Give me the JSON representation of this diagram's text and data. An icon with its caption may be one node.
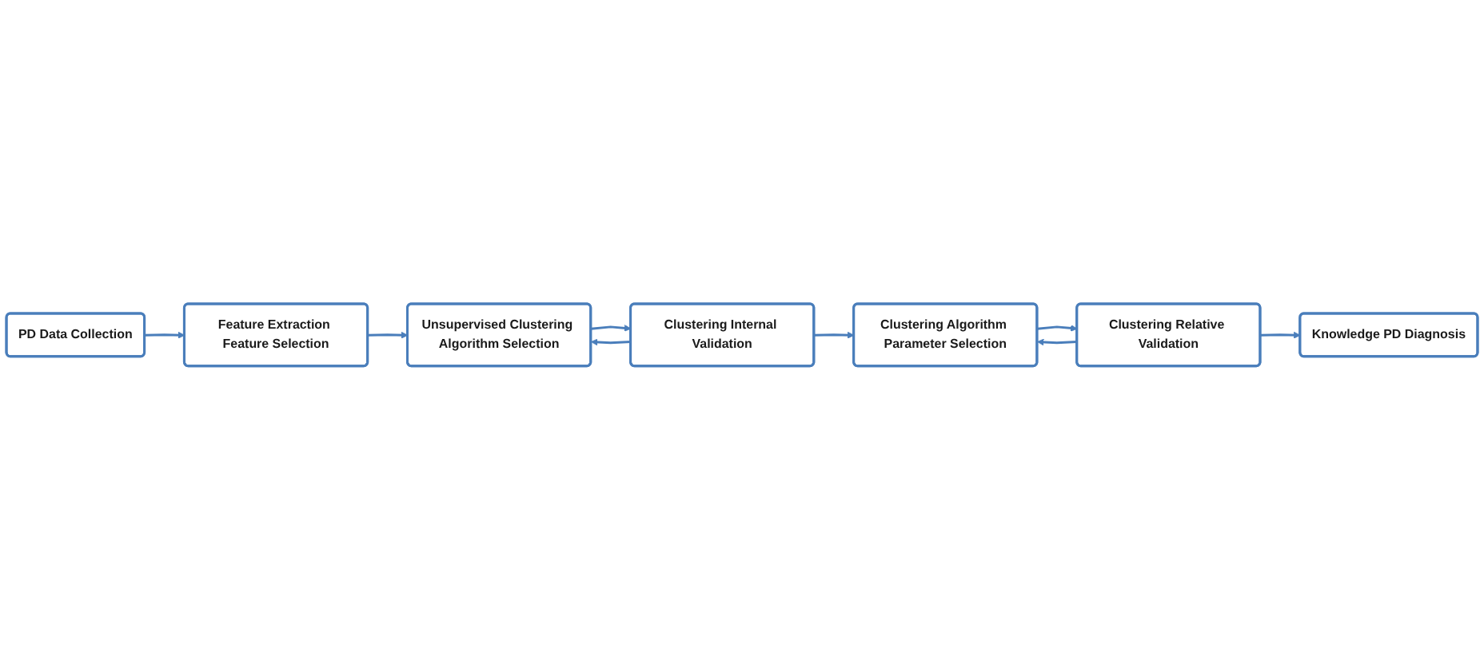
{
  "diagram": {
    "nodes": [
      {
        "text": [
          "PD Data Collection"
        ]
      },
      {
        "text": [
          "Feature Extraction Feature Selection"
        ]
      },
      {
        "text": [
          "Unsupervised Clustering Algorithm Selection"
        ]
      },
      {
        "text": [
          "Clustering Internal Validation"
        ]
      },
      {
        "text": [
          "Clustering Algorithm Parameter Selection"
        ]
      },
      {
        "text": [
          "Clustering Relative Validation"
        ]
      },
      {
        "text": [
          "Knowledge PD Diagnosis"
        ]
      }
    ],
    "edges": [
      {
        "from": 0,
        "to": 1,
        "arrow": "to"
      },
      {
        "from": 1,
        "to": 2,
        "arrow": "to"
      },
      {
        "from": 2,
        "to": 3,
        "arrow": "to"
      },
      {
        "from": 3,
        "to": 2,
        "arrow": "to"
      },
      {
        "from": 3,
        "to": 4,
        "arrow": "to"
      },
      {
        "from": 4,
        "to": 5,
        "arrow": "to"
      },
      {
        "from": 5,
        "to": 6,
        "arrow": "to"
      },
      {
        "from": 5,
        "to": 4,
        "arrow": "to"
      }
    ]
  }
}
